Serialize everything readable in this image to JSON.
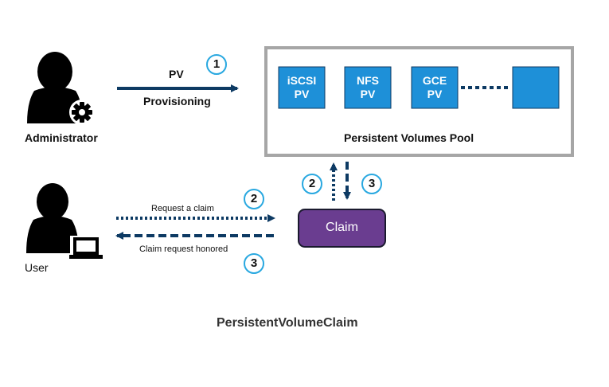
{
  "administrator_label": "Administrator",
  "user_label": "User",
  "pv_arrow": {
    "line1": "PV",
    "line2": "Provisioning",
    "step": "1"
  },
  "pool": {
    "title": "Persistent Volumes Pool",
    "volumes": [
      {
        "line1": "iSCSI",
        "line2": "PV"
      },
      {
        "line1": "NFS",
        "line2": "PV"
      },
      {
        "line1": "GCE",
        "line2": "PV"
      },
      {
        "line1": "",
        "line2": ""
      }
    ]
  },
  "claim": {
    "label": "Claim"
  },
  "claim_pool_steps": {
    "up": "2",
    "down": "3"
  },
  "request": {
    "label": "Request a claim",
    "step": "2"
  },
  "honored": {
    "label": "Claim request honored",
    "step": "3"
  },
  "caption": "PersistentVolumeClaim",
  "colors": {
    "navy": "#0d3a63",
    "pv_blue": "#1e90d8",
    "claim_purple": "#6a3d90",
    "badge_ring": "#29a8e0",
    "pool_border": "#a6a6a6"
  }
}
